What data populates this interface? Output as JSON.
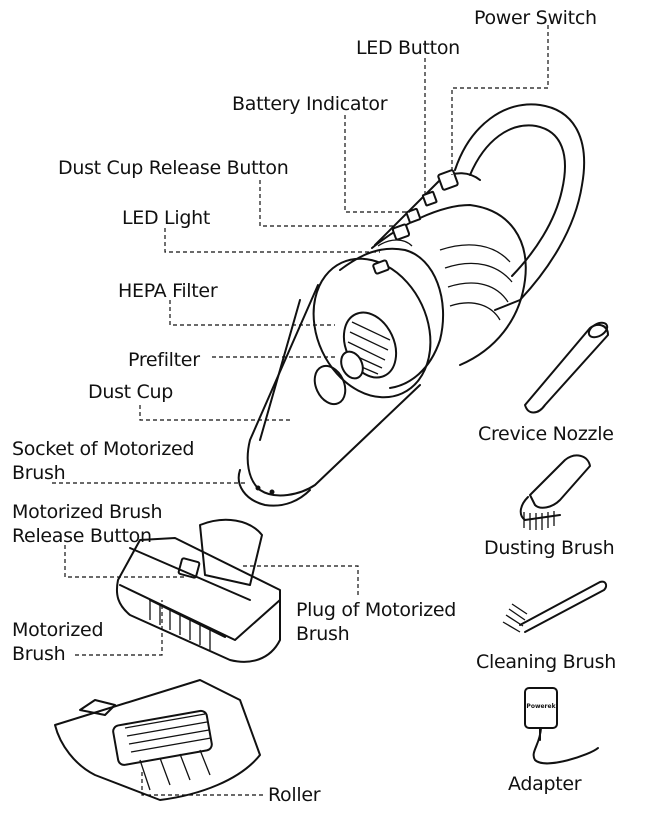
{
  "labels": {
    "power_switch": "Power Switch",
    "led_button": "LED Button",
    "battery_indicator": "Battery Indicator",
    "dust_cup_release_button": "Dust Cup Release Button",
    "led_light": "LED Light",
    "hepa_filter": "HEPA Filter",
    "prefilter": "Prefilter",
    "dust_cup": "Dust Cup",
    "socket_line1": "Socket of Motorized",
    "socket_line2": "Brush",
    "release_line1": "Motorized Brush",
    "release_line2": "Release Button",
    "plug_line1": "Plug of Motorized",
    "plug_line2": "Brush",
    "motorized_line1": "Motorized",
    "motorized_line2": "Brush",
    "roller": "Roller",
    "crevice_nozzle": "Crevice Nozzle",
    "dusting_brush": "Dusting Brush",
    "cleaning_brush": "Cleaning Brush",
    "adapter": "Adapter"
  },
  "adapter_logo": "Powerek"
}
